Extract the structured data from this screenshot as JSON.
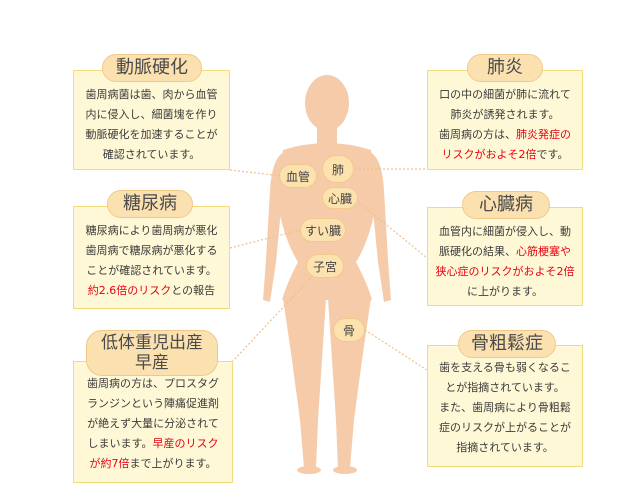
{
  "organs": {
    "blood_vessel": "血管",
    "lung": "肺",
    "heart": "心臓",
    "pancreas": "すい臓",
    "uterus": "子宮",
    "bone": "骨"
  },
  "panels": {
    "arteriosclerosis": {
      "title": "動脈硬化",
      "body": [
        [
          {
            "t": "歯周病菌は歯、肉から血管"
          }
        ],
        [
          {
            "t": "内に侵入し、細菌塊を作り"
          }
        ],
        [
          {
            "t": "動脈硬化を加速することが"
          }
        ],
        [
          {
            "t": "確認されています。"
          }
        ]
      ]
    },
    "diabetes": {
      "title": "糖尿病",
      "body": [
        [
          {
            "t": "糖尿病により歯周病が悪化"
          }
        ],
        [
          {
            "t": "歯周病で糖尿病が悪化する"
          }
        ],
        [
          {
            "t": "ことが確認されています。"
          }
        ],
        [
          {
            "t": "約2.6倍のリスク",
            "red": true
          },
          {
            "t": "との報告"
          }
        ]
      ]
    },
    "premature_birth": {
      "title": "低体重児出産\n早産",
      "body": [
        [
          {
            "t": "歯周病の方は、プロスタグ"
          }
        ],
        [
          {
            "t": "ランジンという陣痛促進剤"
          }
        ],
        [
          {
            "t": "が絶えず大量に分泌されて"
          }
        ],
        [
          {
            "t": "しまいます。"
          },
          {
            "t": "早産のリスク",
            "red": true
          }
        ],
        [
          {
            "t": "が約7倍",
            "red": true
          },
          {
            "t": "まで上がります。"
          }
        ]
      ]
    },
    "pneumonia": {
      "title": "肺炎",
      "body": [
        [
          {
            "t": "口の中の細菌が肺に流れて"
          }
        ],
        [
          {
            "t": "肺炎が誘発されます。"
          }
        ],
        [
          {
            "t": "歯周病の方は、"
          },
          {
            "t": "肺炎発症の",
            "red": true
          }
        ],
        [
          {
            "t": "リスクがおよそ2倍",
            "red": true
          },
          {
            "t": "です。"
          }
        ]
      ]
    },
    "heart_disease": {
      "title": "心臓病",
      "body": [
        [
          {
            "t": "血管内に細菌が侵入し、動"
          }
        ],
        [
          {
            "t": "脈硬化の結果、"
          },
          {
            "t": "心筋梗塞や",
            "red": true
          }
        ],
        [
          {
            "t": "狭心症のリスクがおよそ2倍",
            "red": true
          }
        ],
        [
          {
            "t": "に上がります。"
          }
        ]
      ]
    },
    "osteoporosis": {
      "title": "骨粗鬆症",
      "body": [
        [
          {
            "t": "歯を支える骨も弱くなるこ"
          }
        ],
        [
          {
            "t": "とが指摘されています。"
          }
        ],
        [
          {
            "t": "また、歯周病により骨粗鬆"
          }
        ],
        [
          {
            "t": "症のリスクが上がることが"
          }
        ],
        [
          {
            "t": "指摘されています。"
          }
        ]
      ]
    }
  },
  "colors": {
    "panel_bg": "#fff8d6",
    "title_bg": "#fbe1b0",
    "body_silhouette": "#f5c9a8",
    "highlight_red": "#e60012",
    "connector_line": "#f0c08a"
  }
}
